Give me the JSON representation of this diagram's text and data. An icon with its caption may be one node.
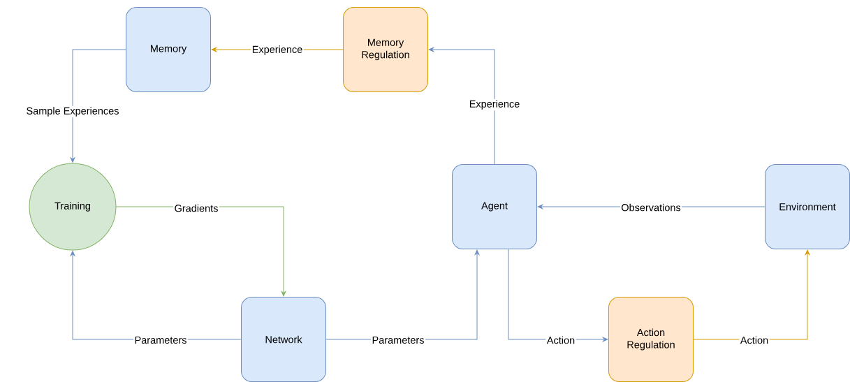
{
  "diagram": {
    "nodes": [
      {
        "text": [
          "Memory"
        ]
      },
      {
        "text": [
          "Memory Regulation"
        ]
      },
      {
        "text": [
          "Training"
        ]
      },
      {
        "text": [
          "Agent"
        ]
      },
      {
        "text": [
          "Environment"
        ]
      },
      {
        "text": [
          "Network"
        ]
      },
      {
        "text": [
          "Action Regulation"
        ]
      }
    ],
    "edges": [
      {
        "from": 1,
        "to": 0,
        "arrow": "to",
        "label": "Experience",
        "color": "#d79b00"
      },
      {
        "from": 3,
        "to": 1,
        "arrow": "to",
        "label": "Experience"
      },
      {
        "from": 0,
        "to": 2,
        "arrow": "to",
        "label": "Sample Experiences"
      },
      {
        "from": 2,
        "to": 5,
        "arrow": "to",
        "label": "Gradients",
        "color": "#82b366"
      },
      {
        "from": 5,
        "to": 2,
        "arrow": "to",
        "label": "Parameters"
      },
      {
        "from": 5,
        "to": 3,
        "arrow": "to",
        "label": "Parameters"
      },
      {
        "from": 4,
        "to": 3,
        "arrow": "to",
        "label": "Observations"
      },
      {
        "from": 3,
        "to": 6,
        "arrow": "to",
        "label": "Action"
      },
      {
        "from": 6,
        "to": 4,
        "arrow": "to",
        "label": "Action",
        "color": "#d79b00"
      }
    ]
  }
}
